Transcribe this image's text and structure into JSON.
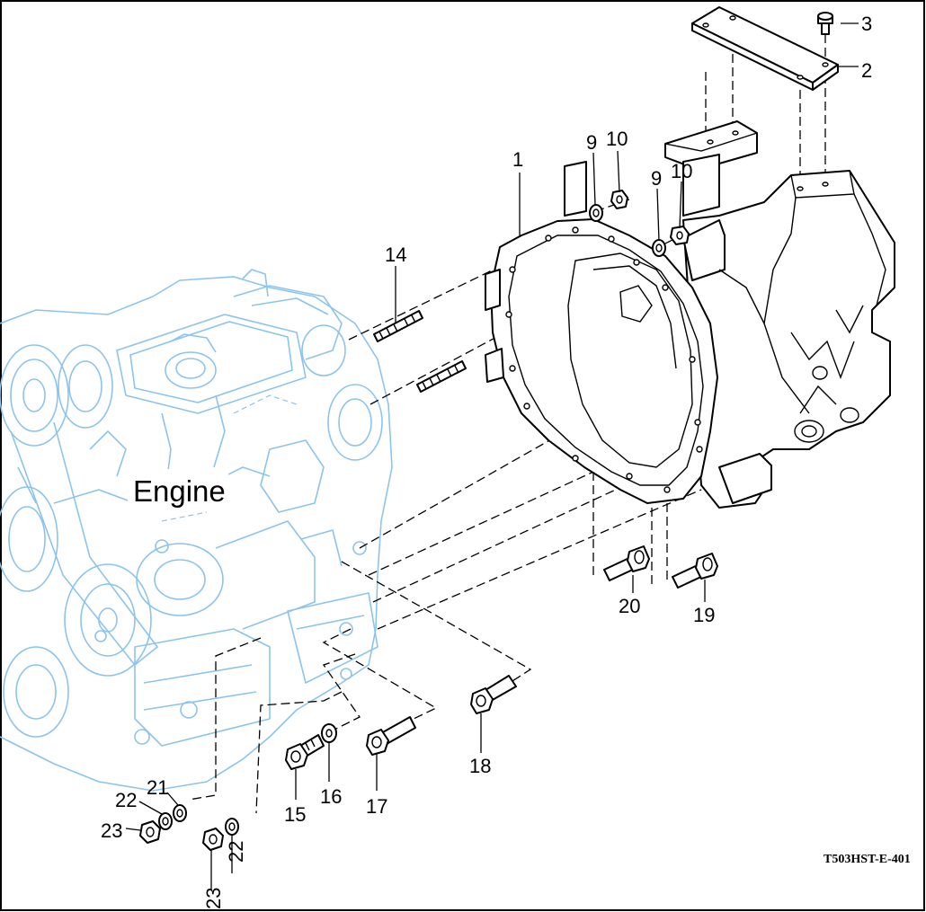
{
  "diagram": {
    "code": "T503HST-E-401",
    "engine_label": "Engine",
    "callouts": {
      "c1": "1",
      "c2": "2",
      "c3": "3",
      "c9a": "9",
      "c10a": "10",
      "c9b": "9",
      "c10b": "10",
      "c14": "14",
      "c15": "15",
      "c16": "16",
      "c17": "17",
      "c18": "18",
      "c19": "19",
      "c20": "20",
      "c21": "21",
      "c22a": "22",
      "c23a": "23",
      "c22b": "22",
      "c23b": "23"
    }
  }
}
